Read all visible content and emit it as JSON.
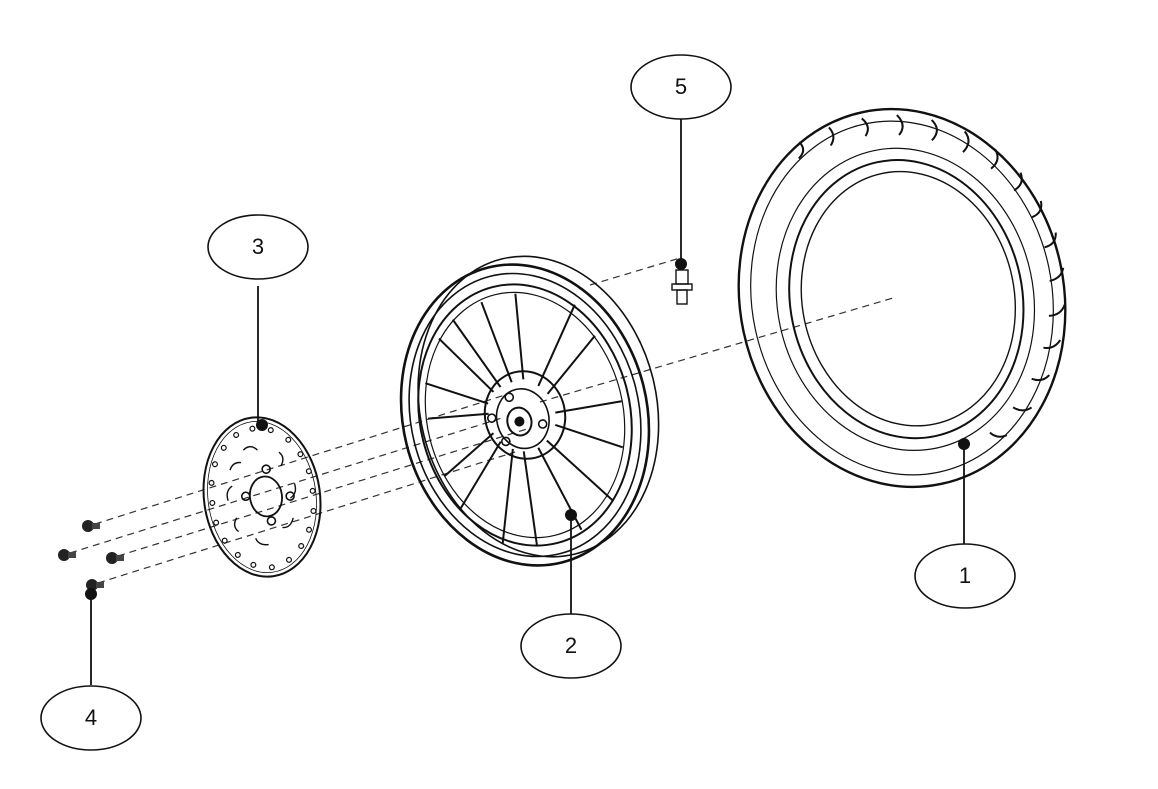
{
  "diagram": {
    "ink_color": "#111111",
    "background": "#ffffff",
    "callouts": [
      {
        "id": "tire",
        "label": "1"
      },
      {
        "id": "wheel-rim",
        "label": "2"
      },
      {
        "id": "brake-disc",
        "label": "3"
      },
      {
        "id": "disc-bolt",
        "label": "4"
      },
      {
        "id": "valve-stem",
        "label": "5"
      }
    ]
  }
}
